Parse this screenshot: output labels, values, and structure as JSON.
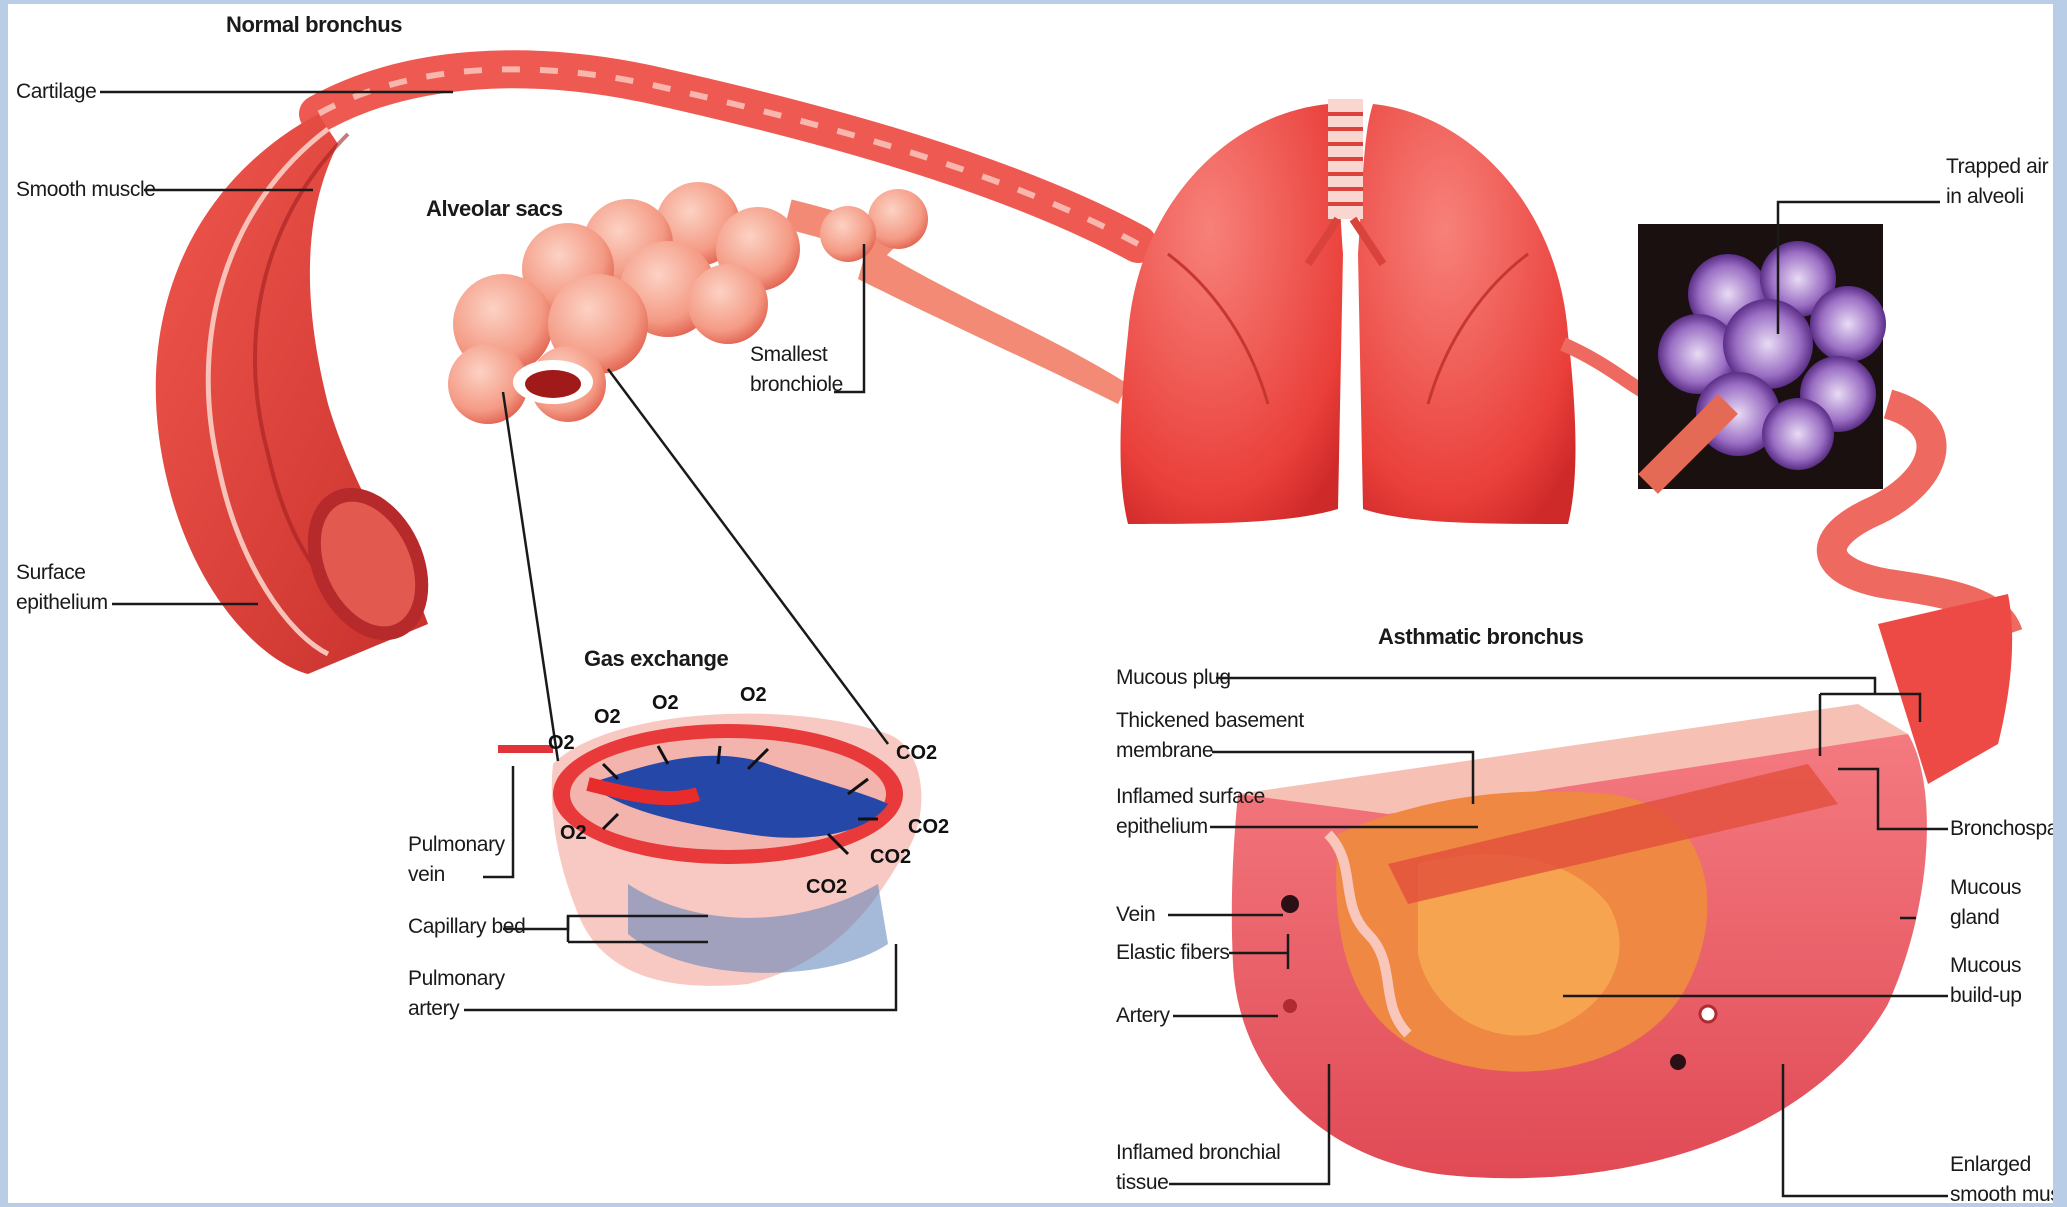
{
  "colors": {
    "background": "#b9cde6",
    "tissue_red": "#e8413b",
    "tissue_pink": "#f59a8c",
    "vein_blue": "#2447a8",
    "trapped_air_purple": "#9b6fc4"
  },
  "titles": {
    "normal_bronchus": "Normal bronchus",
    "alveolar_sacs": "Alveolar sacs",
    "gas_exchange": "Gas exchange",
    "asthmatic_bronchus": "Asthmatic bronchus"
  },
  "labels": {
    "cartilage": "Cartilage",
    "smooth_muscle": "Smooth muscle",
    "surface_epithelium": [
      "Surface",
      "epithelium"
    ],
    "smallest_bronchiole": [
      "Smallest",
      "bronchiole"
    ],
    "pulmonary_vein": [
      "Pulmonary",
      "vein"
    ],
    "capillary_bed": "Capillary bed",
    "pulmonary_artery": [
      "Pulmonary",
      "artery"
    ],
    "trapped_air": [
      "Trapped air",
      "in alveoli"
    ],
    "mucous_plug": "Mucous plug",
    "thickened_membrane": [
      "Thickened basement",
      "membrane"
    ],
    "inflamed_epithelium": [
      "Inflamed surface",
      "epithelium"
    ],
    "vein": "Vein",
    "elastic_fibers": "Elastic fibers",
    "artery": "Artery",
    "inflamed_tissue": [
      "Inflamed bronchial",
      "tissue"
    ],
    "bronchospasm": "Bronchospasm",
    "mucous_gland": [
      "Mucous",
      "gland"
    ],
    "mucous_buildup": [
      "Mucous",
      "build-up"
    ],
    "enlarged_muscle": [
      "Enlarged",
      "smooth muscle"
    ]
  },
  "gases": {
    "o2": [
      "O2",
      "O2",
      "O2",
      "O2",
      "O2"
    ],
    "co2": [
      "CO2",
      "CO2",
      "CO2",
      "CO2"
    ]
  }
}
